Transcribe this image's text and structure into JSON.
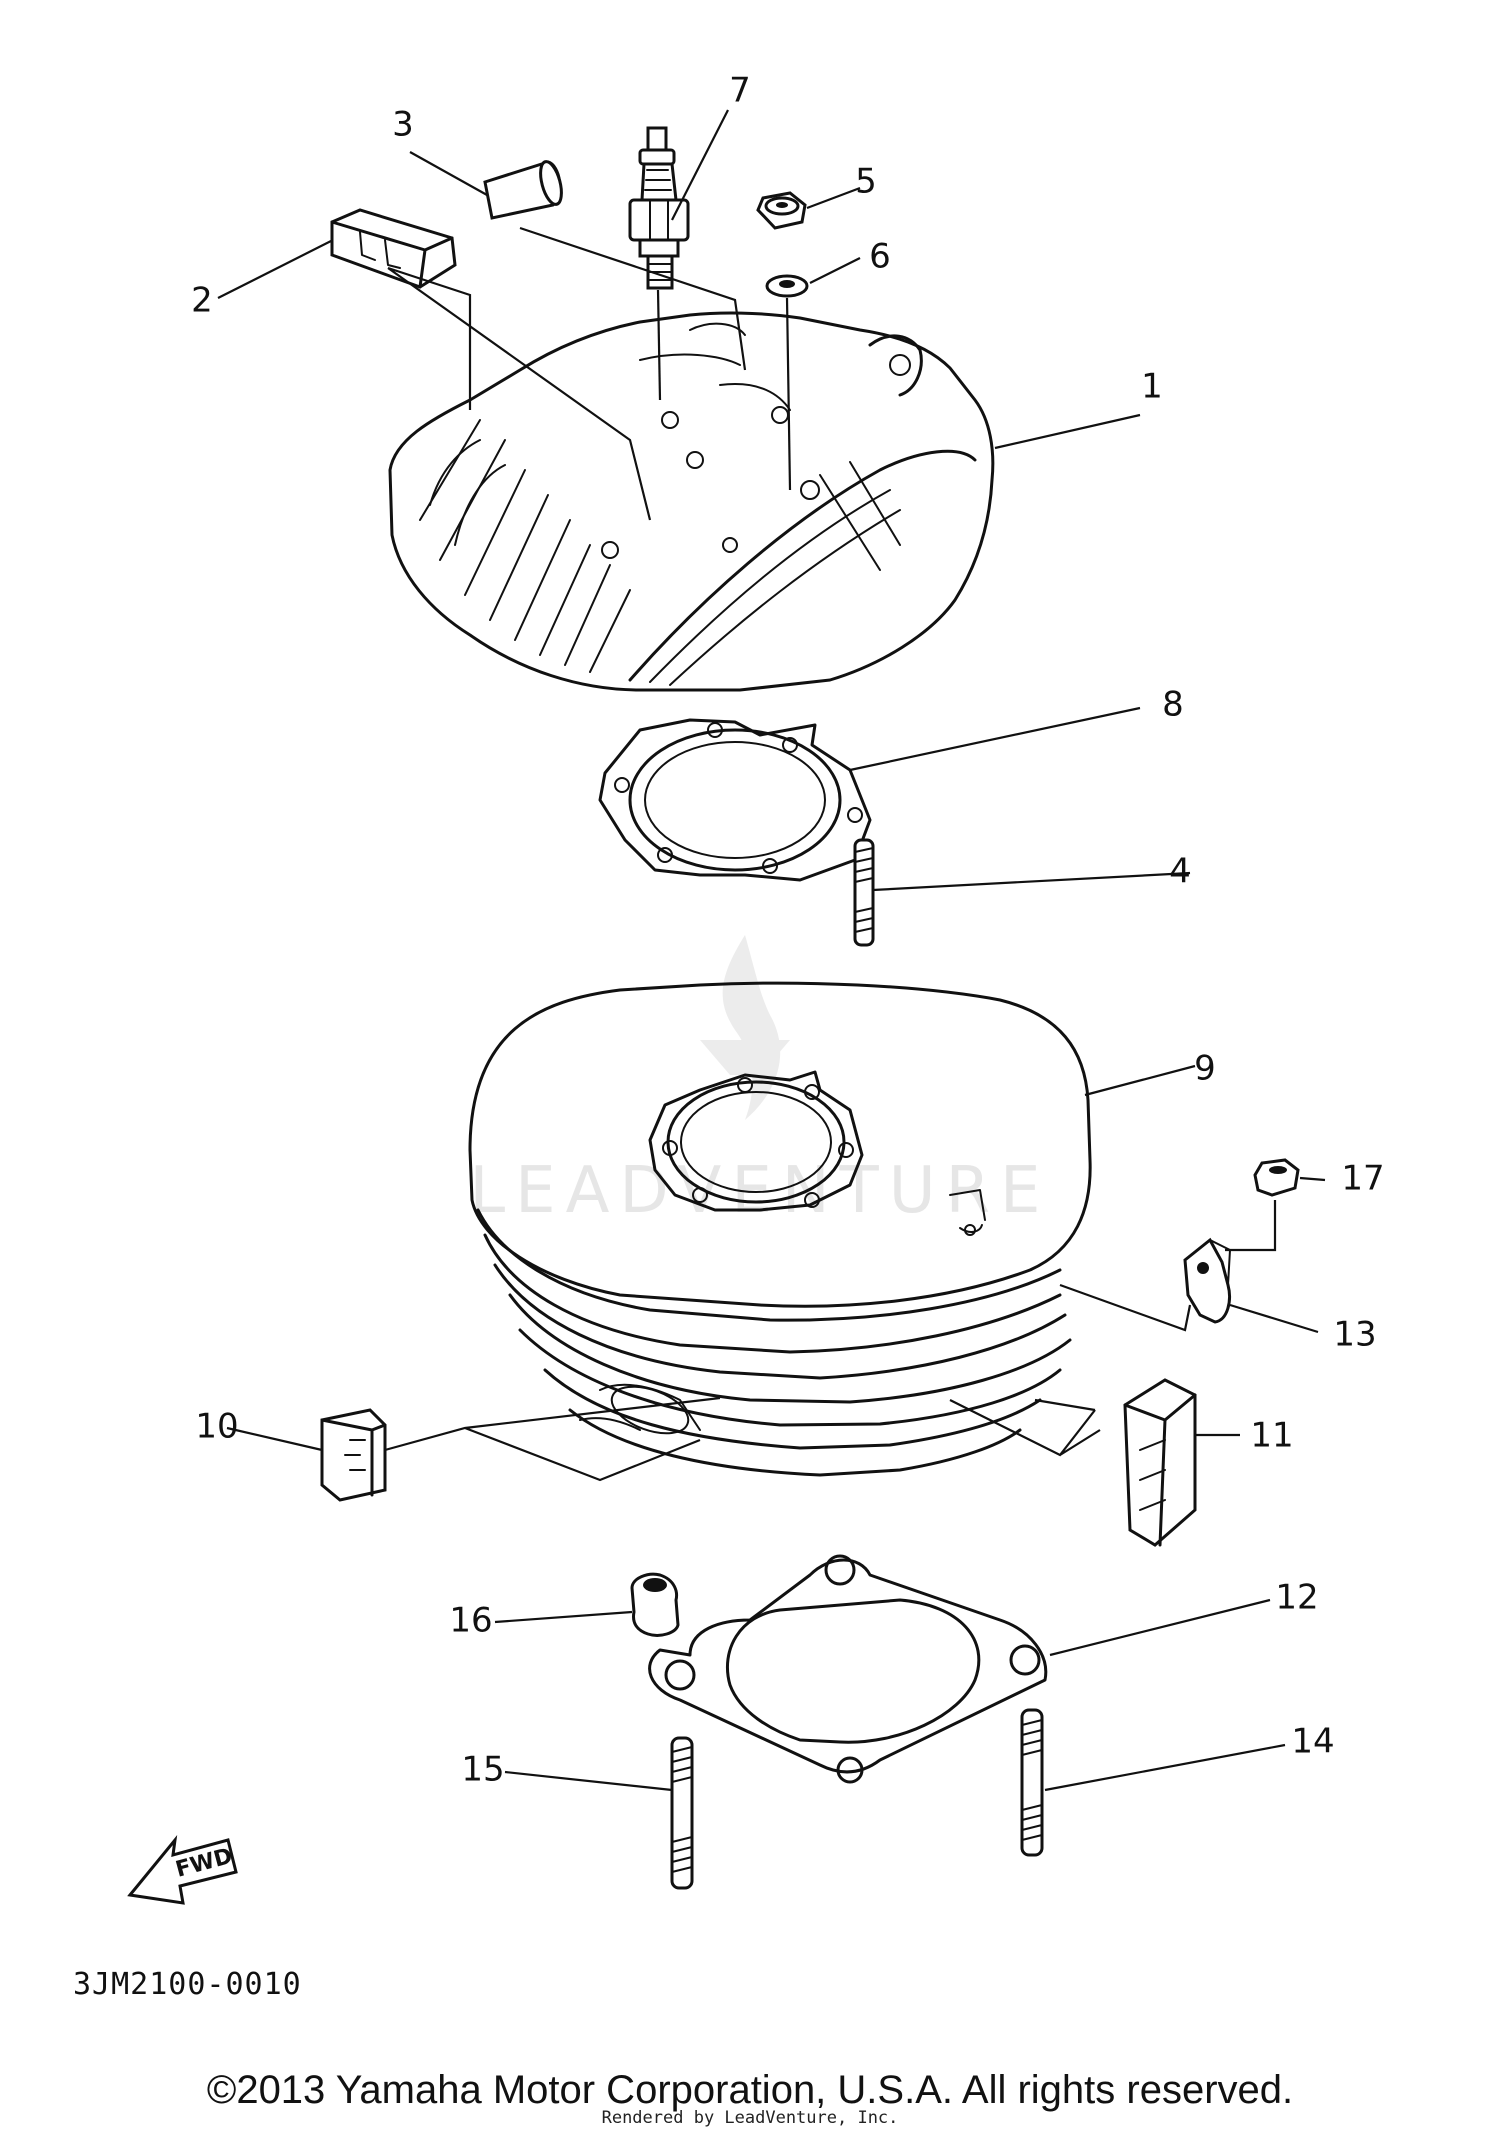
{
  "diagram_code": "3JM2100-0010",
  "fwd_label": "FWD",
  "watermark": "LEADVENTURE",
  "copyright": "©2013 Yamaha Motor Corporation, U.S.A. All rights reserved.",
  "rendered_by": "Rendered by LeadVenture, Inc.",
  "callouts": [
    {
      "id": "1",
      "label": "1"
    },
    {
      "id": "2",
      "label": "2"
    },
    {
      "id": "3",
      "label": "3"
    },
    {
      "id": "4",
      "label": "4"
    },
    {
      "id": "5",
      "label": "5"
    },
    {
      "id": "6",
      "label": "6"
    },
    {
      "id": "7",
      "label": "7"
    },
    {
      "id": "8",
      "label": "8"
    },
    {
      "id": "9",
      "label": "9"
    },
    {
      "id": "10",
      "label": "10"
    },
    {
      "id": "11",
      "label": "11"
    },
    {
      "id": "12",
      "label": "12"
    },
    {
      "id": "13",
      "label": "13"
    },
    {
      "id": "14",
      "label": "14"
    },
    {
      "id": "15",
      "label": "15"
    },
    {
      "id": "16",
      "label": "16"
    },
    {
      "id": "17",
      "label": "17"
    }
  ]
}
